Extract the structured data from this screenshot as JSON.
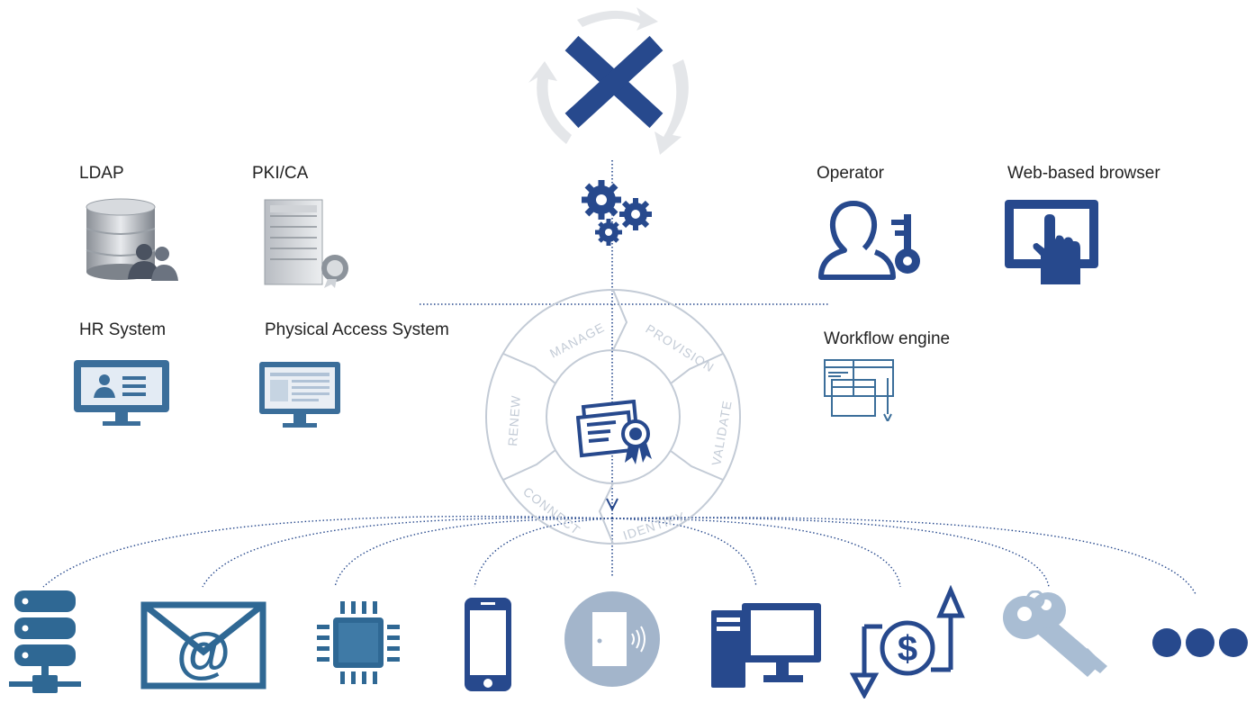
{
  "top_logo": {
    "icon": "x-logo-icon",
    "arrow_icon": "cycle-arrows-icon",
    "x_color": "#27498d",
    "arrow_color": "#e4e6e9"
  },
  "left_sources": [
    {
      "label": "LDAP",
      "icon": "database-users-icon"
    },
    {
      "label": "PKI/CA",
      "icon": "server-certificate-icon"
    },
    {
      "label": "HR System",
      "icon": "monitor-id-card-icon"
    },
    {
      "label": "Physical Access System",
      "icon": "monitor-document-icon"
    }
  ],
  "right_sources": [
    {
      "label": "Operator",
      "icon": "user-key-icon"
    },
    {
      "label": "Web-based browser",
      "icon": "tablet-touch-icon"
    },
    {
      "label": "Workflow engine",
      "icon": "workflow-windows-icon"
    }
  ],
  "center": {
    "gears_icon": "gears-icon",
    "certificate_icon": "certificate-icon"
  },
  "lifecycle": [
    "MANAGE",
    "PROVISION",
    "VALIDATE",
    "IDENTIFY",
    "CONNECT",
    "RENEW"
  ],
  "endpoints": [
    {
      "icon": "server-network-icon"
    },
    {
      "icon": "email-icon"
    },
    {
      "icon": "chip-icon"
    },
    {
      "icon": "smartphone-icon"
    },
    {
      "icon": "door-nfc-icon"
    },
    {
      "icon": "desktop-computer-icon"
    },
    {
      "icon": "transaction-dollar-icon"
    },
    {
      "icon": "keys-icon"
    },
    {
      "icon": "more-icon"
    }
  ],
  "colors": {
    "primary": "#27498d",
    "steel": "#3b6e9a",
    "light": "#c3cbd6",
    "text": "#222222"
  }
}
